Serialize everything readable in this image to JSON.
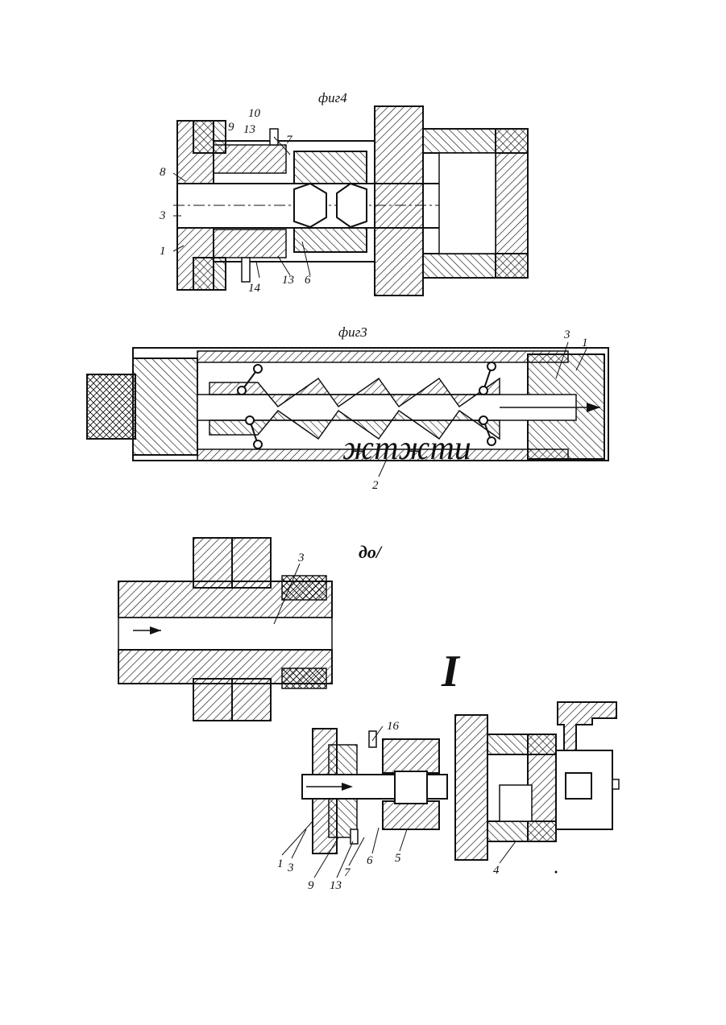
{
  "figures": {
    "fig4": {
      "caption": "фиг4",
      "callouts": [
        "10",
        "9",
        "13",
        "7",
        "8",
        "3",
        "1",
        "14",
        "13",
        "6"
      ]
    },
    "fig3": {
      "caption": "фиг3",
      "callouts": [
        "3",
        "1",
        "2"
      ],
      "overlay_text": "жтжти"
    },
    "fig2": {
      "caption": "до/",
      "callouts": [
        "3"
      ]
    },
    "fig1": {
      "caption": "I",
      "callouts": [
        "16",
        "3",
        "1",
        "9",
        "13",
        "7",
        "6",
        "5",
        "4"
      ]
    }
  },
  "colors": {
    "ink": "#111111",
    "paper": "#ffffff"
  }
}
